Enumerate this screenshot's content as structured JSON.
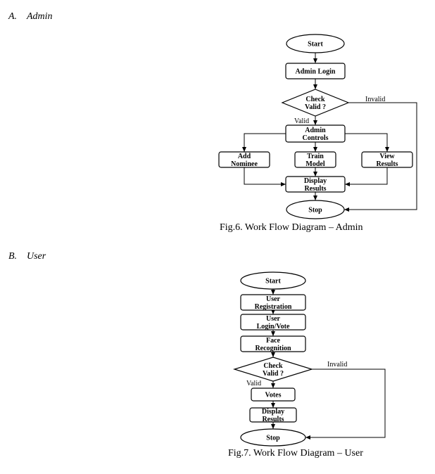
{
  "sections": [
    {
      "id": "admin",
      "number": "A.",
      "title": "Admin",
      "caption": "Fig.6. Work Flow Diagram – Admin",
      "nodes": {
        "start": [
          "Start"
        ],
        "admin_login": [
          "Admin Login"
        ],
        "check_valid": [
          "Check",
          "Valid ?"
        ],
        "admin_controls": [
          "Admin",
          "Controls"
        ],
        "add_nominee": [
          "Add",
          "Nominee"
        ],
        "train_model": [
          "Train",
          "Model"
        ],
        "view_results": [
          "View",
          "Results"
        ],
        "display_results": [
          "Display",
          "Results"
        ],
        "stop": [
          "Stop"
        ]
      },
      "edge_labels": {
        "valid": "Valid",
        "invalid": "Invalid"
      }
    },
    {
      "id": "user",
      "number": "B.",
      "title": "User",
      "caption": "Fig.7. Work Flow Diagram – User",
      "nodes": {
        "start": [
          "Start"
        ],
        "user_registration": [
          "User",
          "Registration"
        ],
        "user_login": [
          "User",
          "Login/Vote"
        ],
        "face_recognition": [
          "Face",
          "Recognition"
        ],
        "check_valid": [
          "Check",
          "Valid ?"
        ],
        "votes": [
          "Votes"
        ],
        "display_results": [
          "Display",
          "Results"
        ],
        "stop": [
          "Stop"
        ]
      },
      "edge_labels": {
        "valid": "Valid",
        "invalid": "Invalid"
      }
    }
  ]
}
